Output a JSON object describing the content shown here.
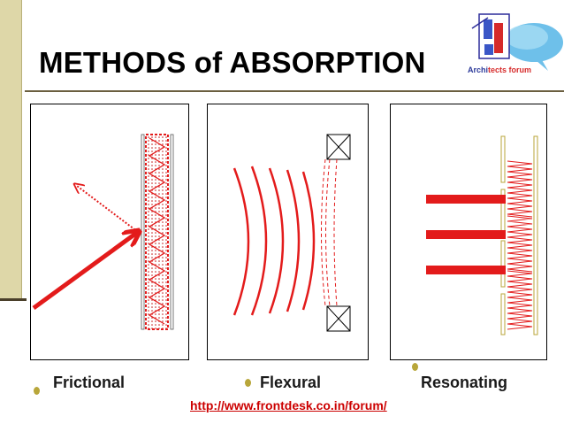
{
  "slide": {
    "title": "METHODS of ABSORPTION",
    "logo_text_a": "Archi",
    "logo_text_b": "tects forum",
    "panels": [
      {
        "label": "Frictional"
      },
      {
        "label": "Flexural"
      },
      {
        "label": "Resonating"
      }
    ],
    "url": "http://www.frontdesk.co.in/forum/"
  },
  "colors": {
    "accent_red": "#e31b1b",
    "sidebar": "#ded7a8",
    "bullet": "#b8a63a",
    "link": "#cc0000"
  }
}
